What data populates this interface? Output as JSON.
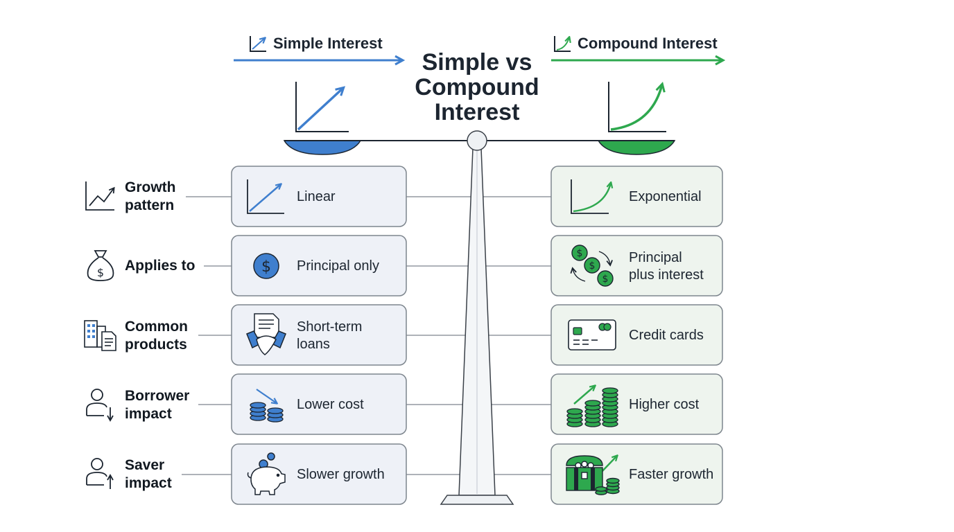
{
  "title": "Simple vs\nCompound\nInterest",
  "simple": {
    "label": "Simple Interest",
    "color": "#3f7fce"
  },
  "compound": {
    "label": "Compound Interest",
    "color": "#2ea84e"
  },
  "rows": [
    {
      "label": "Growth\npattern",
      "simple": "Linear",
      "compound": "Exponential"
    },
    {
      "label": "Applies to",
      "simple": "Principal only",
      "compound": "Principal\nplus interest"
    },
    {
      "label": "Common\nproducts",
      "simple": "Short-term\nloans",
      "compound": "Credit cards"
    },
    {
      "label": "Borrower\nimpact",
      "simple": "Lower cost",
      "compound": "Higher cost"
    },
    {
      "label": "Saver\nimpact",
      "simple": "Slower growth",
      "compound": "Faster growth"
    }
  ],
  "icons": {
    "rows": [
      "growth-chart-icon",
      "money-bag-icon",
      "buildings-document-icon",
      "user-down-icon",
      "user-up-icon"
    ],
    "simple": [
      "linear-chart-icon",
      "dollar-coin-icon",
      "contract-handshake-icon",
      "coins-down-icon",
      "piggy-bank-icon"
    ],
    "compound": [
      "exponential-chart-icon",
      "cycling-coins-icon",
      "credit-card-icon",
      "coin-stacks-up-icon",
      "treasure-chest-icon"
    ]
  },
  "colors": {
    "card_simple": "#eef1f7",
    "card_compound": "#eef4ee",
    "border": "#7d858d",
    "dark": "#1c2530"
  }
}
